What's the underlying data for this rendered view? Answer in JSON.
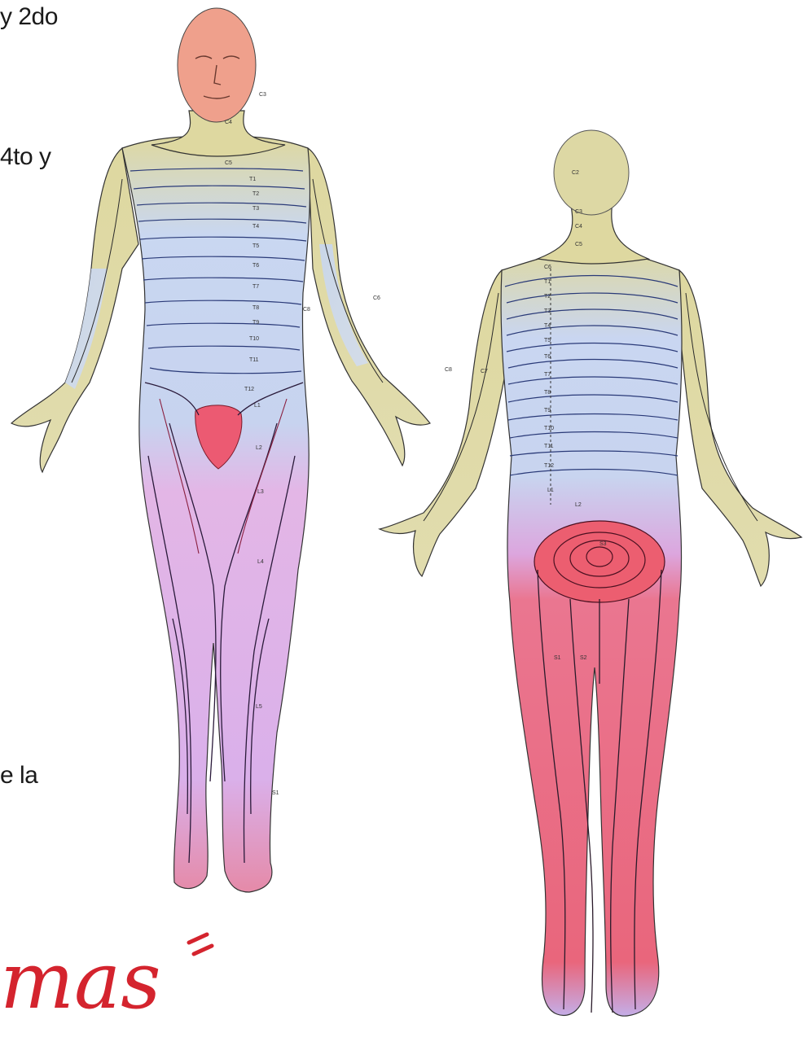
{
  "notes": {
    "line1": "y 2do",
    "line2": "4to y",
    "line3": "e la"
  },
  "heading": {
    "partial_word": "mas"
  },
  "front_labels": {
    "c3": "C3",
    "c4": "C4",
    "c5": "C5",
    "t1": "T1",
    "t2": "T2",
    "t3": "T3",
    "t4": "T4",
    "t5": "T5",
    "t6": "T6",
    "t7": "T7",
    "t8": "T8",
    "t9": "T9",
    "t10": "T10",
    "t11": "T11",
    "t12": "T12",
    "l1": "L1",
    "l2": "L2",
    "l3": "L3",
    "l4": "L4",
    "l5": "L5",
    "s1": "S1",
    "c6": "C6",
    "c8": "C8"
  },
  "back_labels": {
    "c2": "C2",
    "c3": "C3",
    "c4": "C4",
    "c5": "C5",
    "c6": "C6",
    "c7": "C7",
    "c8": "C8",
    "t1": "T1",
    "t2": "T2",
    "t3": "T3",
    "t4": "T4",
    "t5": "T5",
    "t6": "T6",
    "t7": "T7",
    "t8": "T8",
    "t9": "T9",
    "t10": "T10",
    "t11": "T11",
    "t12": "T12",
    "l1": "L1",
    "l2": "L2",
    "s1": "S1",
    "s2": "S2",
    "s3": "S3"
  },
  "colors": {
    "cervical": "#ded8a0",
    "thoracic": "#c8d6f0",
    "lumbar": "#dcb8ec",
    "sacral": "#ec6a7e",
    "head_front": "#eea088",
    "line": "#1e2a55",
    "heading_red": "#d4242e"
  }
}
